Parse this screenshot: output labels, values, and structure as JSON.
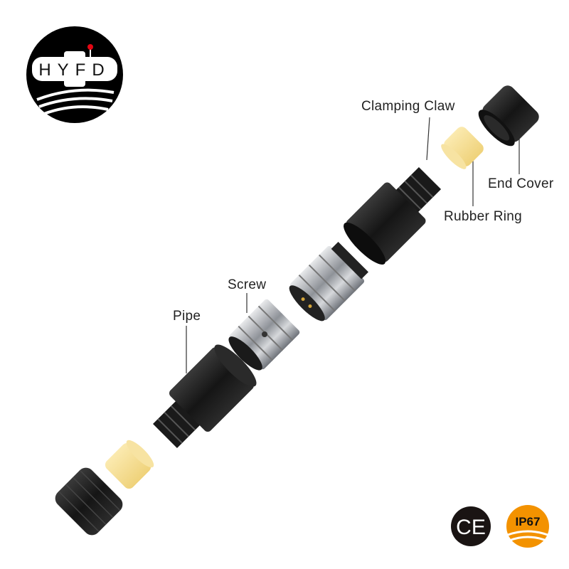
{
  "logo": {
    "text": "HYFD",
    "accent": "#e30613"
  },
  "labels": {
    "clamping_claw": "Clamping Claw",
    "end_cover": "End Cover",
    "rubber_ring": "Rubber Ring",
    "screw": "Screw",
    "pipe": "Pipe"
  },
  "badges": {
    "ce": "CE",
    "ip": "IP67",
    "ip_color": "#f39200"
  },
  "colors": {
    "plastic": "#1c1c1c",
    "rubber": "#f4dc8e",
    "metal": "#b9bcc0"
  }
}
